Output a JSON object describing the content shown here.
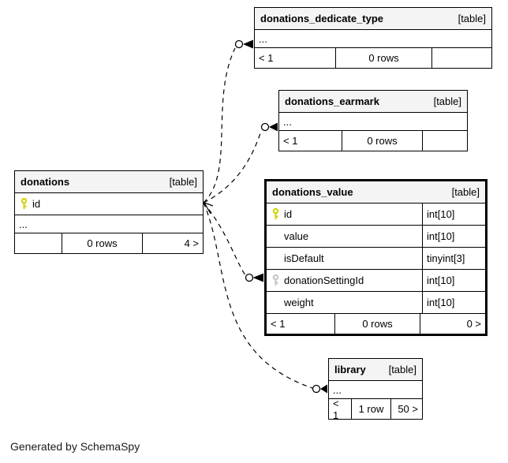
{
  "diagram": {
    "generated_by": "Generated by SchemaSpy"
  },
  "colors": {
    "background": "#ffffff",
    "table_border": "#000000",
    "table_header_bg": "#f4f4f4",
    "primary_key_icon": "#d2d20a",
    "foreign_key_icon": "#c6c6c6",
    "relationship_line": "#000000"
  },
  "tables": {
    "dedicate_type": {
      "name": "donations_dedicate_type",
      "tag": "[table]",
      "ellipsis": "...",
      "footer": {
        "children": "< 1",
        "rows": "0 rows",
        "parents": ""
      }
    },
    "earmark": {
      "name": "donations_earmark",
      "tag": "[table]",
      "ellipsis": "...",
      "footer": {
        "children": "< 1",
        "rows": "0 rows",
        "parents": ""
      }
    },
    "donations": {
      "name": "donations",
      "tag": "[table]",
      "columns": [
        {
          "key": "primary",
          "name": "id"
        }
      ],
      "ellipsis": "...",
      "footer": {
        "children": "",
        "rows": "0 rows",
        "parents": "4 >"
      }
    },
    "value": {
      "name": "donations_value",
      "tag": "[table]",
      "columns": [
        {
          "key": "primary",
          "name": "id",
          "type": "int[10]"
        },
        {
          "key": "",
          "name": "value",
          "type": "int[10]"
        },
        {
          "key": "",
          "name": "isDefault",
          "type": "tinyint[3]"
        },
        {
          "key": "foreign",
          "name": "donationSettingId",
          "type": "int[10]"
        },
        {
          "key": "",
          "name": "weight",
          "type": "int[10]"
        }
      ],
      "footer": {
        "children": "< 1",
        "rows": "0 rows",
        "parents": "0 >"
      }
    },
    "library": {
      "name": "library",
      "tag": "[table]",
      "ellipsis": "...",
      "footer": {
        "children": "< 1",
        "rows": "1 row",
        "parents": "50 >"
      }
    }
  },
  "relationships": [
    {
      "from": "donations.id",
      "to": "donations_dedicate_type",
      "style": "dashed"
    },
    {
      "from": "donations.id",
      "to": "donations_earmark",
      "style": "dashed"
    },
    {
      "from": "donations.id",
      "to": "donations_value.donationSettingId",
      "style": "dashed"
    },
    {
      "from": "donations.id",
      "to": "library",
      "style": "dashed"
    }
  ]
}
